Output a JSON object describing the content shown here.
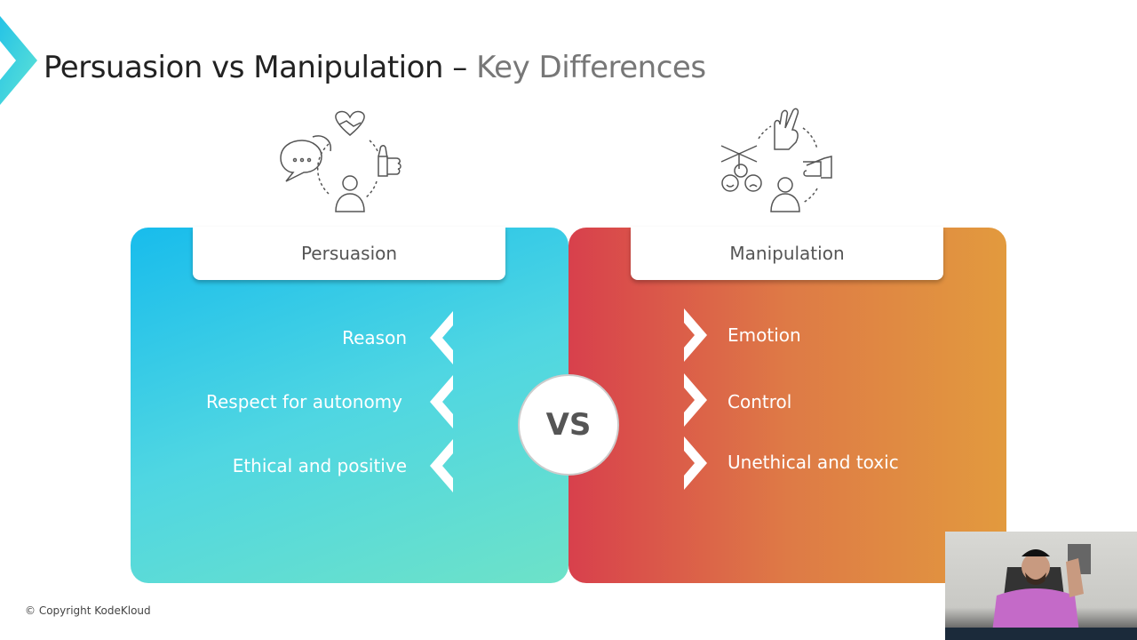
{
  "title": {
    "main": "Persuasion vs Manipulation – ",
    "sub": "Key Differences"
  },
  "persuasion": {
    "label": "Persuasion",
    "items": [
      "Reason",
      "Respect for autonomy",
      "Ethical and positive"
    ]
  },
  "manipulation": {
    "label": "Manipulation",
    "items": [
      "Emotion",
      "Control",
      "Unethical and toxic"
    ]
  },
  "vs": "VS",
  "footer": {
    "copyright": "© Copyright KodeKloud"
  },
  "colors": {
    "persuasion_start": "#18bcec",
    "persuasion_end": "#6de2c8",
    "manipulation_start": "#d8404c",
    "manipulation_end": "#e29a3e"
  }
}
